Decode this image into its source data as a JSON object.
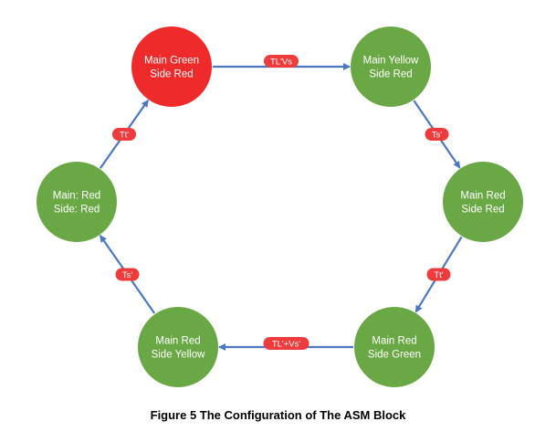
{
  "colors": {
    "active_state": "#ef2a2a",
    "state": "#6aa845",
    "arrow": "#4a78c2",
    "label_badge": "#ef3b3b"
  },
  "states": [
    {
      "id": "mg-sr",
      "lines": [
        "Main Green",
        "Side Red"
      ],
      "active": true
    },
    {
      "id": "my-sr",
      "lines": [
        "Main Yellow",
        "Side Red"
      ],
      "active": false
    },
    {
      "id": "mr-sr-right",
      "lines": [
        "Main Red",
        "Side Red"
      ],
      "active": false
    },
    {
      "id": "mr-sg",
      "lines": [
        "Main Red",
        "Side Green"
      ],
      "active": false
    },
    {
      "id": "mr-sy",
      "lines": [
        "Main Red",
        "Side Yellow"
      ],
      "active": false
    },
    {
      "id": "mr-sr-left",
      "lines": [
        "Main: Red",
        "Side: Red"
      ],
      "active": false
    }
  ],
  "transitions": [
    {
      "from": "mg-sr",
      "to": "my-sr",
      "label": "TL'Vs"
    },
    {
      "from": "my-sr",
      "to": "mr-sr-right",
      "label": "Ts'"
    },
    {
      "from": "mr-sr-right",
      "to": "mr-sg",
      "label": "Tt'"
    },
    {
      "from": "mr-sg",
      "to": "mr-sy",
      "label": "TL'+Vs'"
    },
    {
      "from": "mr-sy",
      "to": "mr-sr-left",
      "label": "Ts'"
    },
    {
      "from": "mr-sr-left",
      "to": "mg-sr",
      "label": "Tt'"
    }
  ],
  "caption": "Figure 5 The Configuration of The ASM Block"
}
